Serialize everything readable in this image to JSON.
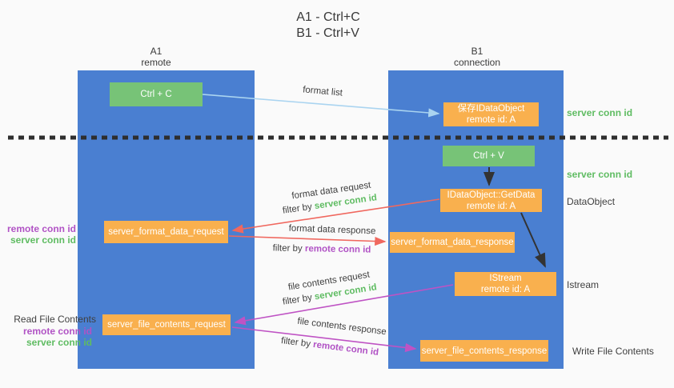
{
  "title": {
    "line1": "A1 - Ctrl+C",
    "line2": "B1 - Ctrl+V"
  },
  "lanes": {
    "left": {
      "title": "A1",
      "subtitle": "remote"
    },
    "right": {
      "title": "B1",
      "subtitle": "connection"
    }
  },
  "nodes": {
    "ctrl_c": {
      "label": "Ctrl + C"
    },
    "save_idataobject": {
      "line1": "保存IDataObject",
      "line2": "remote id: A"
    },
    "ctrl_v": {
      "label": "Ctrl + V"
    },
    "getdata": {
      "line1": "IDataObject::GetData",
      "line2": "remote id: A"
    },
    "server_format_data_request": {
      "label": "server_format_data_request"
    },
    "server_format_data_response": {
      "label": "server_format_data_response"
    },
    "istream": {
      "line1": "IStream",
      "line2": "remote id: A"
    },
    "server_file_contents_request": {
      "label": "server_file_contents_request"
    },
    "server_file_contents_response": {
      "label": "server_file_contents_response"
    }
  },
  "side_labels": {
    "server_conn_id_top": "server conn id",
    "server_conn_id_mid": "server conn id",
    "dataobject": "DataObject",
    "istream": "Istream",
    "write_file_contents": "Write File Contents",
    "read_file_contents": "Read File Contents",
    "request_remote_conn_id": "remote conn id",
    "request_server_conn_id": "server conn id",
    "file_remote_conn_id": "remote conn id",
    "file_server_conn_id": "server conn id"
  },
  "arrow_labels": {
    "format_list": "format list",
    "format_data_request": "format data request",
    "format_data_response": "format data response",
    "file_contents_request": "file contents request",
    "file_contents_response": "file contents response",
    "filter_by": "filter by",
    "server_conn_id": "server conn id",
    "remote_conn_id": "remote conn id"
  },
  "colors": {
    "lane_blue": "#4a7fd1",
    "node_green": "#77c377",
    "node_orange": "#f9b04e",
    "arrow_light_blue": "#aad4f0",
    "arrow_red": "#f0685f",
    "arrow_magenta": "#bf53c4",
    "arrow_black": "#333333",
    "dashed_line": "#2e2e2e",
    "text_green": "#5fbc62",
    "text_purple": "#b153c5",
    "text_dark": "#3f3f3f",
    "background": "#fafafa"
  }
}
